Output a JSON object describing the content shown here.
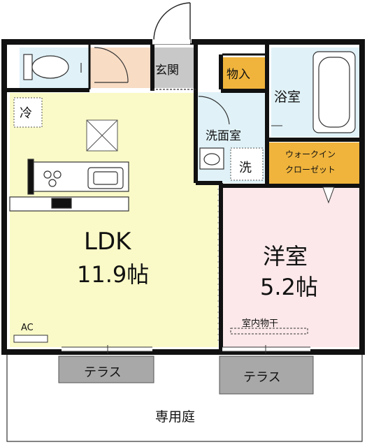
{
  "rooms": {
    "ldk": {
      "name": "LDK",
      "size": "11.9帖"
    },
    "western": {
      "name": "洋室",
      "size": "5.2帖"
    },
    "genkan": {
      "name": "玄関"
    },
    "storage": {
      "name": "物入"
    },
    "bath": {
      "name": "浴室"
    },
    "washroom": {
      "name": "洗面室"
    },
    "closet": {
      "name_line1": "ウォークイン",
      "name_line2": "クローゼット"
    },
    "terrace_left": {
      "name": "テラス"
    },
    "terrace_right": {
      "name": "テラス"
    },
    "garden": {
      "name": "専用庭"
    }
  },
  "fixtures": {
    "fridge": "冷",
    "washer": "洗",
    "aircon": "AC",
    "drying": "室内物干"
  },
  "colors": {
    "ldk": "#fafac8",
    "western": "#fce8ea",
    "bath": "#e0f2f8",
    "washroom": "#e0f2f8",
    "toilet": "#e0f2f8",
    "storage": "#f0b43c",
    "closet": "#f0b43c",
    "genkan": "#c8c8c8",
    "terrace": "#a8a8a8",
    "toilet_hall": "#f8dcc4"
  }
}
